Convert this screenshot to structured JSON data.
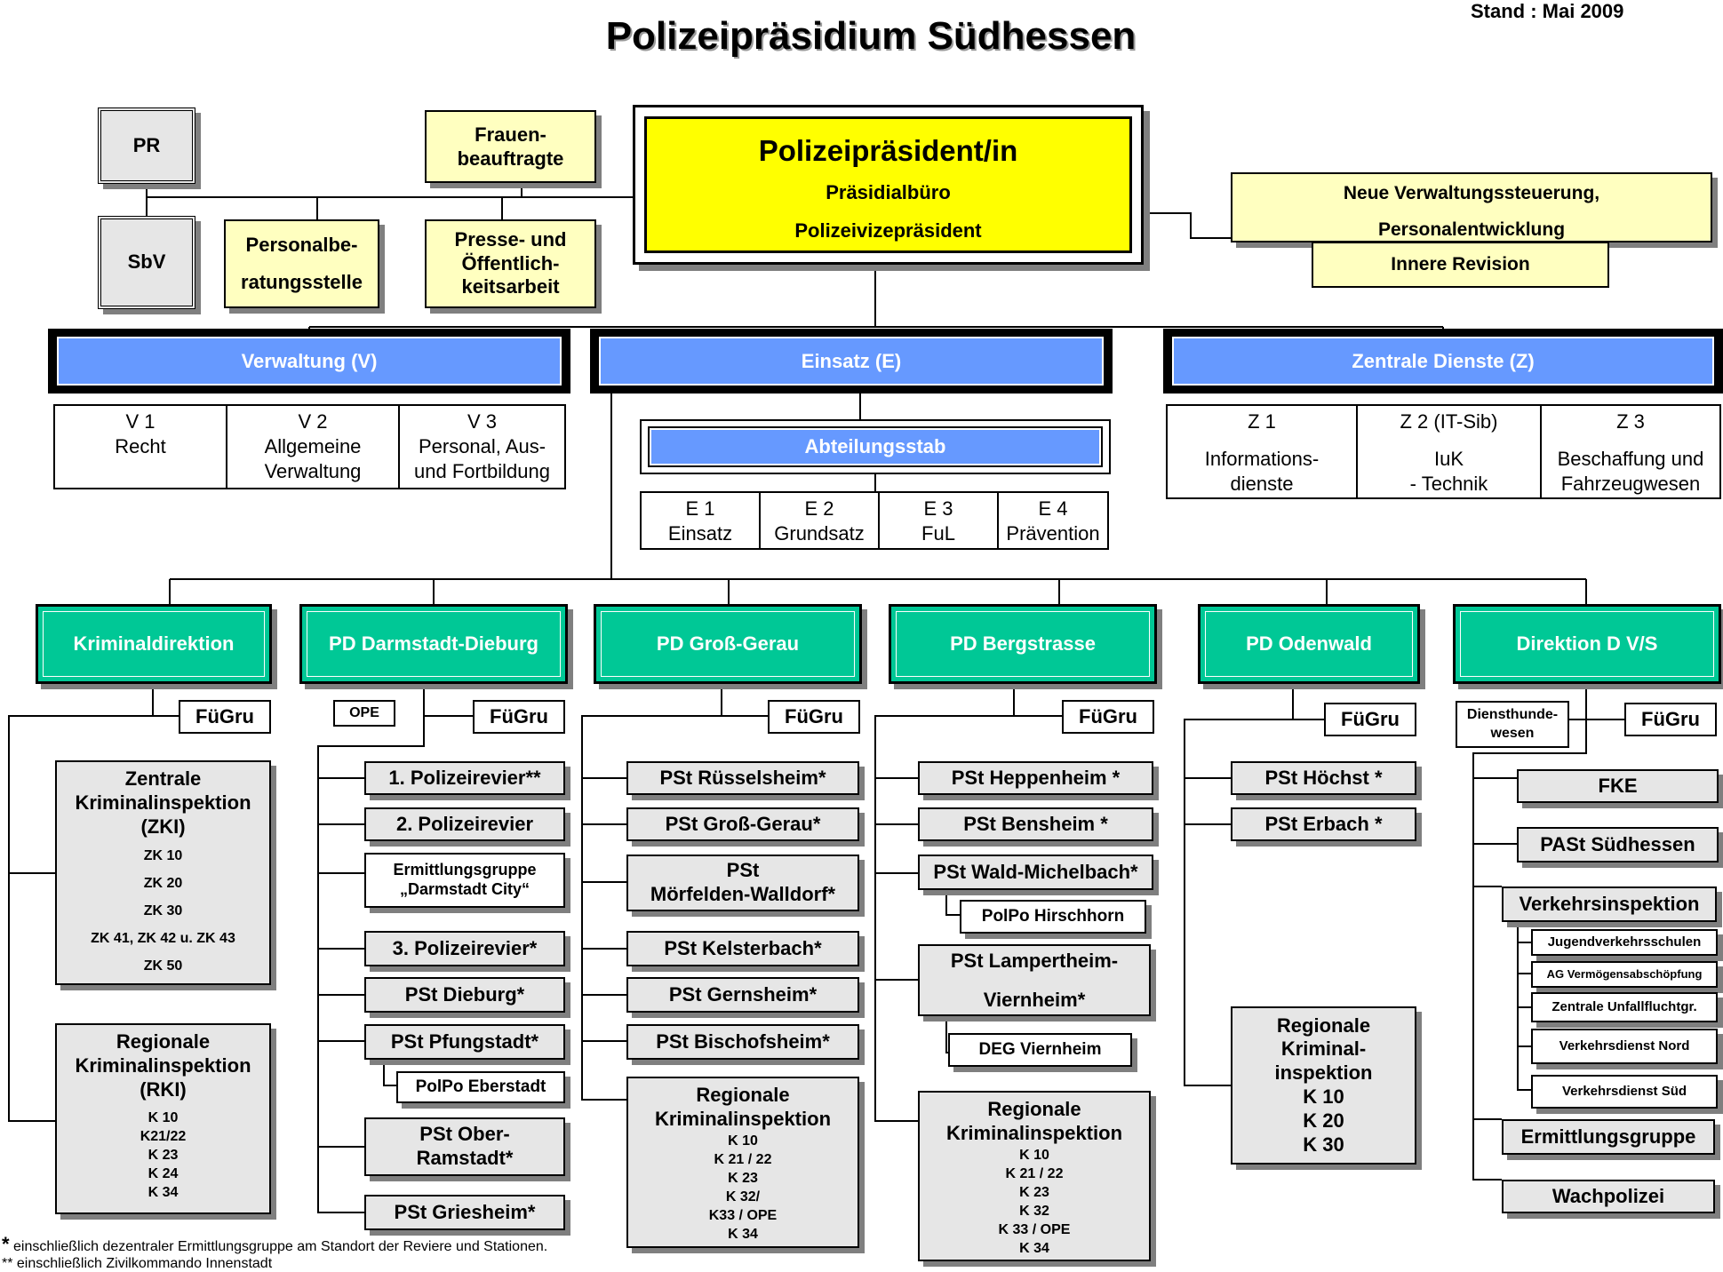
{
  "title": "Polizeipräsidium Südhessen",
  "stand": "Stand : Mai  2009",
  "top": {
    "pr": "PR",
    "sbv": "SbV",
    "frauen": [
      "Frauen-",
      "beauftragte"
    ],
    "personalberatung": [
      "Personalbe-",
      "ratungsstelle"
    ],
    "presse": [
      "Presse- und",
      "Öffentlich-",
      "keitsarbeit"
    ],
    "praesident": {
      "title": "Polizeipräsident/in",
      "line1": "Präsidialbüro",
      "line2": "Polizeivizepräsident"
    },
    "nvs": [
      "Neue Verwaltungssteuerung,",
      "Personalentwicklung"
    ],
    "revision": "Innere Revision"
  },
  "departments": {
    "verwaltung": {
      "label": "Verwaltung (V)",
      "units": [
        {
          "l1": "V 1",
          "l2": "Recht",
          "l3": ""
        },
        {
          "l1": "V 2",
          "l2": "Allgemeine",
          "l3": "Verwaltung"
        },
        {
          "l1": "V 3",
          "l2": "Personal, Aus-",
          "l3": "und Fortbildung"
        }
      ]
    },
    "einsatz": {
      "label": "Einsatz (E)",
      "stab": "Abteilungsstab",
      "units": [
        {
          "l1": "E 1",
          "l2": "Einsatz"
        },
        {
          "l1": "E 2",
          "l2": "Grundsatz"
        },
        {
          "l1": "E 3",
          "l2": "FuL"
        },
        {
          "l1": "E 4",
          "l2": "Prävention"
        }
      ]
    },
    "zentrale": {
      "label": "Zentrale Dienste (Z)",
      "units": [
        {
          "l1": "Z 1",
          "l2": "Informations-",
          "l3": "dienste"
        },
        {
          "l1": "Z 2 (IT-Sib)",
          "l2": "IuK",
          "l3": "- Technik"
        },
        {
          "l1": "Z 3",
          "l2": "Beschaffung und",
          "l3": "Fahrzeugwesen"
        }
      ]
    }
  },
  "directions": {
    "kd": {
      "label": "Kriminaldirektion",
      "fuegru": "FüGru",
      "zki": {
        "title": [
          "Zentrale",
          "Kriminalinspektion",
          "(ZKI)"
        ],
        "items": [
          "ZK 10",
          "ZK 20",
          "ZK 30",
          "ZK 41,  ZK 42 u. ZK 43",
          "ZK 50"
        ]
      },
      "rki": {
        "title": [
          "Regionale",
          "Kriminalinspektion",
          "(RKI)"
        ],
        "items": [
          "K 10",
          "K21/22",
          "K 23",
          "K 24",
          "K 34"
        ]
      }
    },
    "dd": {
      "label": "PD Darmstadt-Dieburg",
      "ope": "OPE",
      "fuegru": "FüGru",
      "units": [
        "1. Polizeirevier**",
        "2. Polizeirevier",
        "3. Polizeirevier*",
        "PSt Dieburg*",
        "PSt Pfungstadt*",
        "PSt Griesheim*"
      ],
      "ermittlung": [
        "Ermittlungsgruppe",
        "„Darmstadt City“"
      ],
      "polpo_eberstadt": "PolPo Eberstadt",
      "ober_ramstadt": [
        "PSt Ober-",
        "Ramstadt*"
      ]
    },
    "gg": {
      "label": "PD Groß-Gerau",
      "fuegru": "FüGru",
      "units": [
        "PSt Rüsselsheim*",
        "PSt Groß-Gerau*",
        "PSt Kelsterbach*",
        "PSt Gernsheim*",
        "PSt Bischofsheim*"
      ],
      "moerfelden": [
        "PSt",
        "Mörfelden-Walldorf*"
      ],
      "rki": {
        "title": [
          "Regionale",
          "Kriminalinspektion"
        ],
        "items": [
          "K 10",
          "K 21 / 22",
          "K 23",
          "K 32/",
          "K33 / OPE",
          "K 34"
        ]
      }
    },
    "bs": {
      "label": "PD Bergstrasse",
      "fuegru": "FüGru",
      "units": [
        "PSt Heppenheim *",
        "PSt Bensheim *",
        "PSt Wald-Michelbach*"
      ],
      "polpo_hirschhorn": "PolPo Hirschhorn",
      "lampertheim": [
        "PSt Lampertheim-",
        "Viernheim*"
      ],
      "deg": "DEG Viernheim",
      "rki": {
        "title": [
          "Regionale",
          "Kriminalinspektion"
        ],
        "items": [
          "K 10",
          "K 21 / 22",
          "K 23",
          "K 32",
          "K 33 / OPE",
          "K 34"
        ]
      }
    },
    "ow": {
      "label": "PD Odenwald",
      "fuegru": "FüGru",
      "units": [
        "PSt Höchst *",
        "PSt Erbach *"
      ],
      "rki": {
        "title": [
          "Regionale",
          "Kriminal-",
          "inspektion"
        ],
        "items": [
          "K 10",
          "K 20",
          "K 30"
        ]
      }
    },
    "vs": {
      "label": "Direktion D V/S",
      "fuegru": "FüGru",
      "dhw": [
        "Diensthunde-",
        "wesen"
      ],
      "fke": "FKE",
      "past": "PASt  Südhessen",
      "vi": "Verkehrsinspektion",
      "vi_units": [
        "Jugendverkehrsschulen",
        "AG Vermögensabschöpfung",
        "Zentrale Unfallfluchtgr.",
        "Verkehrsdienst Nord",
        "Verkehrsdienst Süd"
      ],
      "ermittlung": "Ermittlungsgruppe",
      "wachpolizei": "Wachpolizei"
    }
  },
  "footnotes": {
    "star1": "*",
    "note1": " einschließlich dezentraler Ermittlungsgruppe am Standort der Reviere und Stationen.",
    "note2": "** einschließlich Zivilkommando Innenstadt"
  }
}
